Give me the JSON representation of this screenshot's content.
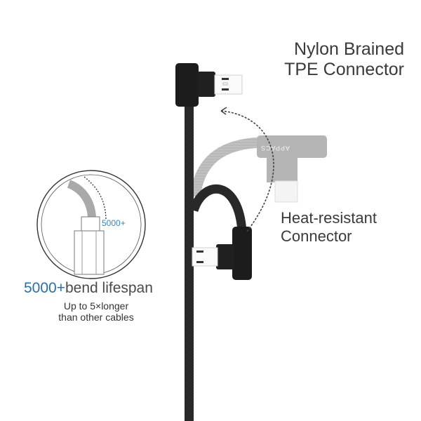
{
  "headline": {
    "line1": "Nylon Brained",
    "line2": "TPE Connector"
  },
  "connector_callout": {
    "line1": "Heat-resistant",
    "line2": "Connector"
  },
  "lifespan": {
    "count": "5000+",
    "label": "bend lifespan",
    "sub_line1": "Up to 5×longer",
    "sub_line2": "than other cables"
  },
  "inset_circle": {
    "label": "5000+"
  },
  "connector_brand": "APPACS",
  "colors": {
    "text": "#3a3a3a",
    "accent_blue": "#2a6fad",
    "inset_blue": "#3a86c0",
    "cable_black": "#1a1a1a",
    "ghost_gray": "#b4b4b4"
  }
}
